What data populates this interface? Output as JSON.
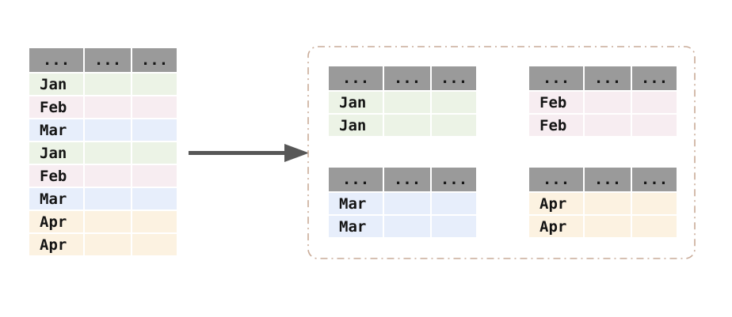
{
  "source_table": {
    "headers": [
      "...",
      "...",
      "..."
    ],
    "rows": [
      "Jan",
      "Feb",
      "Mar",
      "Jan",
      "Feb",
      "Mar",
      "Apr",
      "Apr"
    ]
  },
  "group_tables": {
    "jan": {
      "headers": [
        "...",
        "...",
        "..."
      ],
      "rows": [
        "Jan",
        "Jan"
      ]
    },
    "feb": {
      "headers": [
        "...",
        "...",
        "..."
      ],
      "rows": [
        "Feb",
        "Feb"
      ]
    },
    "mar": {
      "headers": [
        "...",
        "...",
        "..."
      ],
      "rows": [
        "Mar",
        "Mar"
      ]
    },
    "apr": {
      "headers": [
        "...",
        "...",
        "..."
      ],
      "rows": [
        "Apr",
        "Apr"
      ]
    }
  },
  "colors": {
    "header_bg": "#9a9a9a",
    "jan_row_bg": "#ecf3e6",
    "feb_row_bg": "#f7edf1",
    "mar_row_bg": "#e7eefb",
    "apr_row_bg": "#fcf2e1",
    "text": "#141414",
    "arrow": "#575757",
    "group_panel_border": "#c9ab98",
    "background": "#ffffff"
  }
}
